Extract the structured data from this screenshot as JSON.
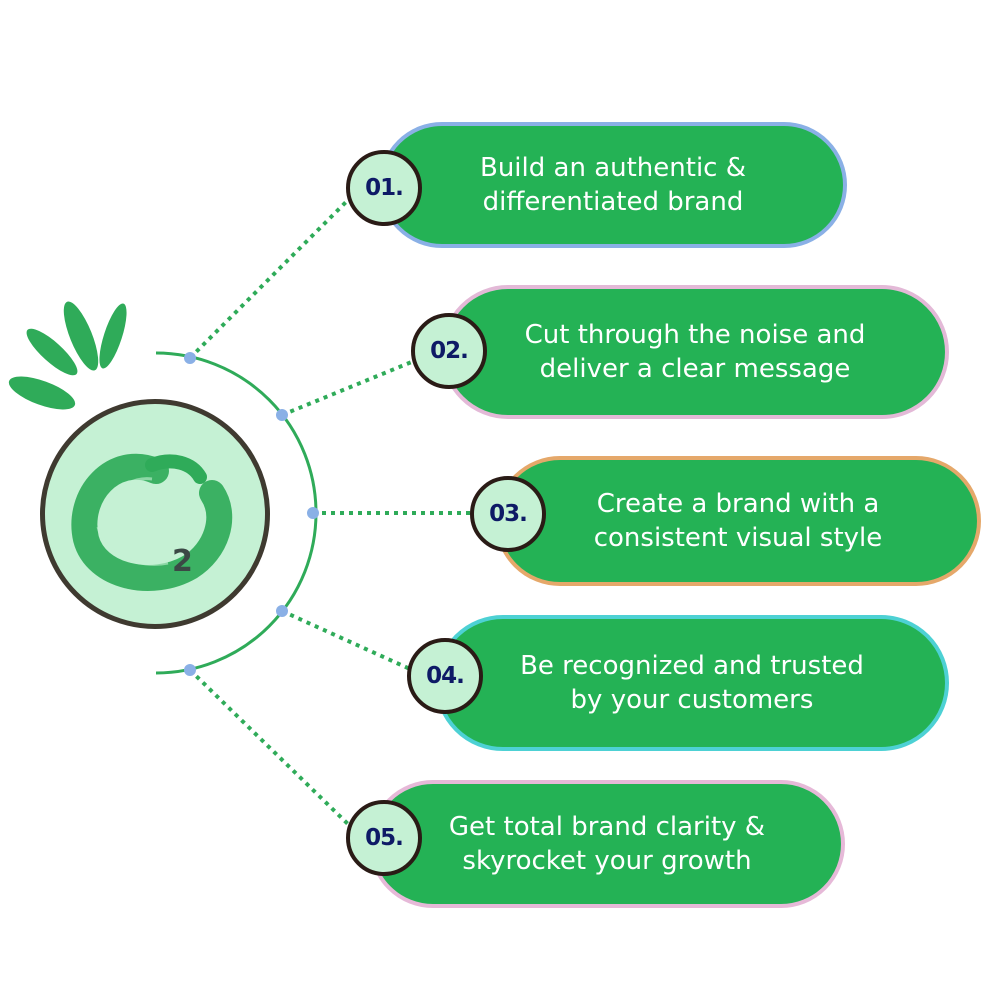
{
  "colors": {
    "pill_fill": "#24b255",
    "badge_fill": "#c5f1d4",
    "badge_text": "#0e1a66",
    "line": "#2fab59",
    "node": "#8ab0e6",
    "logo_ring": "#3f3a30"
  },
  "logo": {
    "icon": "brush-circle-icon",
    "mark": "2"
  },
  "steps": [
    {
      "number": "01.",
      "text": "Build an authentic &\ndifferentiated brand",
      "border": "#8ab0e6"
    },
    {
      "number": "02.",
      "text": "Cut through the noise and\ndeliver a clear message",
      "border": "#e3b9d7"
    },
    {
      "number": "03.",
      "text": "Create a brand with a\nconsistent visual style",
      "border": "#e5a86a"
    },
    {
      "number": "04.",
      "text": "Be recognized and trusted\nby your customers",
      "border": "#4dd1d4"
    },
    {
      "number": "05.",
      "text": "Get total brand clarity &\nskyrocket your growth",
      "border": "#e6b9d8"
    }
  ]
}
